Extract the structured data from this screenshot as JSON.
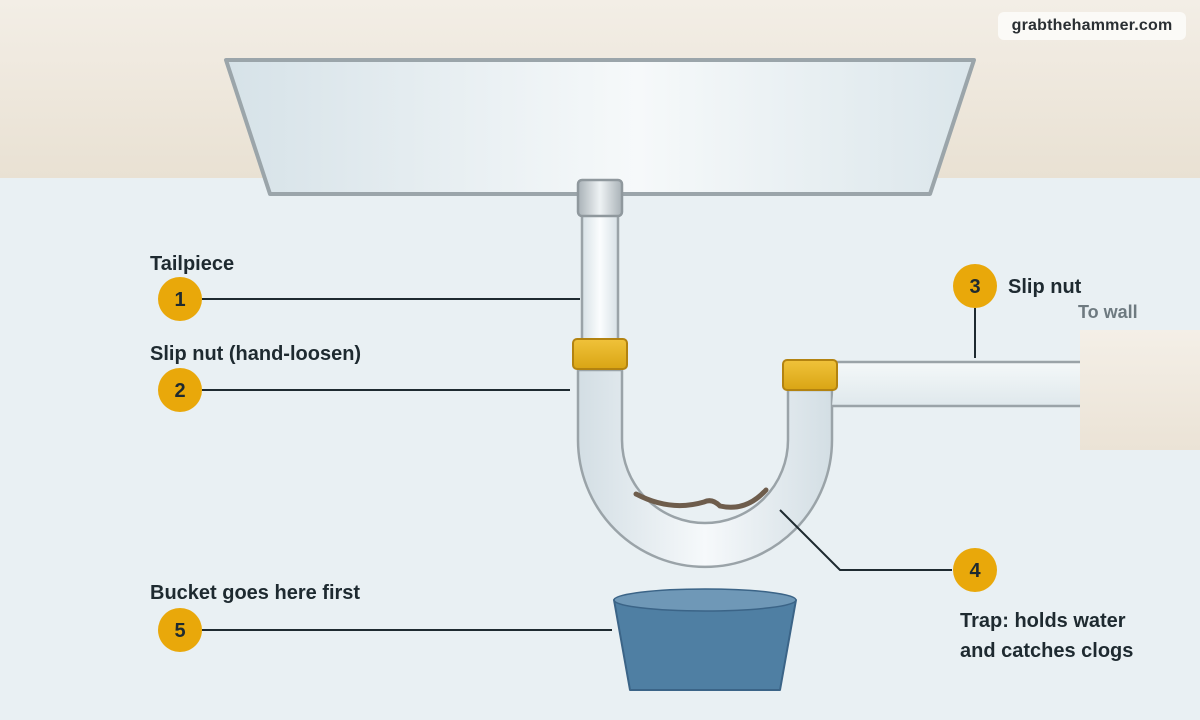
{
  "watermark": "grabthehammer.com",
  "wall_label": "To wall",
  "callouts": [
    {
      "num": "1",
      "text": "Tailpiece"
    },
    {
      "num": "2",
      "text": "Slip nut (hand-loosen)"
    },
    {
      "num": "3",
      "text": "Slip nut"
    },
    {
      "num": "4",
      "text_lines": [
        "Trap: holds water",
        "and catches clogs"
      ]
    },
    {
      "num": "5",
      "text": "Bucket goes here first"
    }
  ],
  "colors": {
    "wall": "#efe9df",
    "background": "#e9f0f3",
    "sink": "#e4edf1",
    "pipe_outline": "#9aa3a8",
    "slip_nut": "#e6b422",
    "badge": "#e9a80a",
    "bucket": "#4f7fa3",
    "clog": "#6e5d4c"
  }
}
